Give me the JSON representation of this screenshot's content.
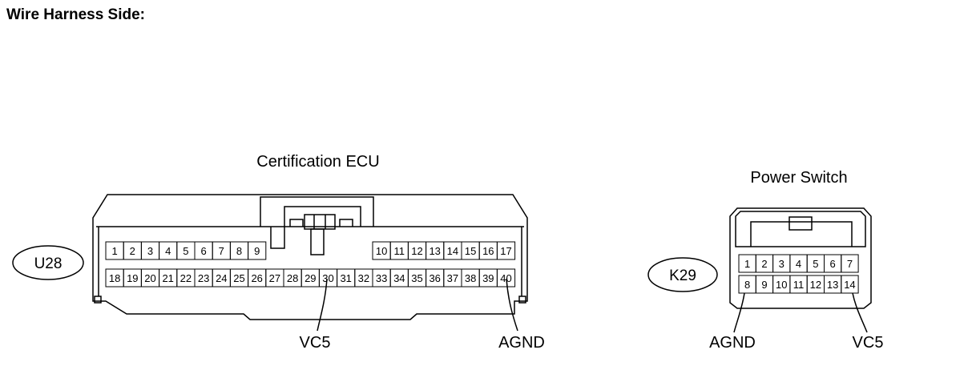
{
  "header": {
    "title": "Wire Harness Side:"
  },
  "ecu": {
    "title": "Certification ECU",
    "code": "U28",
    "row1": [
      "1",
      "2",
      "3",
      "4",
      "5",
      "6",
      "7",
      "8",
      "9",
      "10",
      "11",
      "12",
      "13",
      "14",
      "15",
      "16",
      "17"
    ],
    "row2": [
      "18",
      "19",
      "20",
      "21",
      "22",
      "23",
      "24",
      "25",
      "26",
      "27",
      "28",
      "29",
      "30",
      "31",
      "32",
      "33",
      "34",
      "35",
      "36",
      "37",
      "38",
      "39",
      "40"
    ],
    "labels": {
      "vc5": "VC5",
      "agnd": "AGND"
    }
  },
  "switch": {
    "title": "Power Switch",
    "code": "K29",
    "row1": [
      "1",
      "2",
      "3",
      "4",
      "5",
      "6",
      "7"
    ],
    "row2": [
      "8",
      "9",
      "10",
      "11",
      "12",
      "13",
      "14"
    ],
    "labels": {
      "agnd": "AGND",
      "vc5": "VC5"
    }
  }
}
